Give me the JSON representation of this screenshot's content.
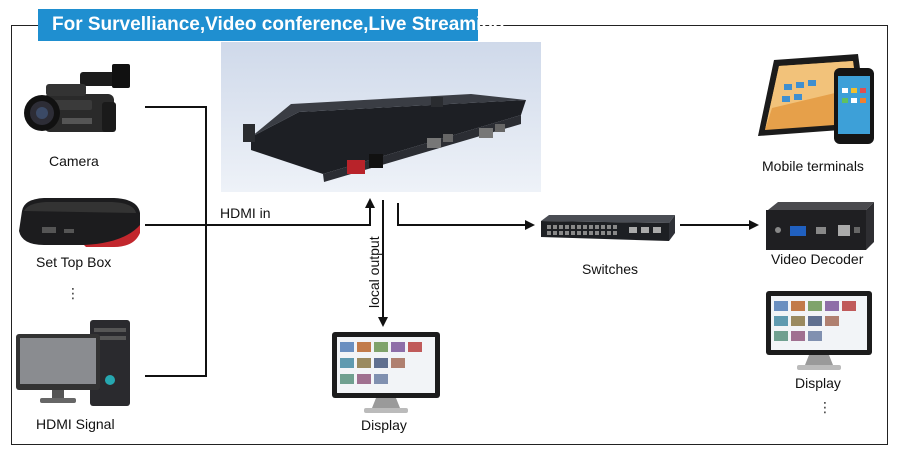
{
  "banner": {
    "title": "For Survelliance,Video conference,Live Streaming"
  },
  "sources": {
    "camera": "Camera",
    "set_top_box": "Set Top Box",
    "hdmi_signal": "HDMI Signal"
  },
  "links": {
    "hdmi_in": "HDMI in",
    "local_output": "local output"
  },
  "outputs": {
    "display_local": "Display",
    "switches": "Switches",
    "mobile_terminals": "Mobile terminals",
    "video_decoder": "Video Decoder",
    "display_remote": "Display"
  },
  "ellipsis": "⋮",
  "colors": {
    "banner": "#1f8fd0",
    "line": "#111111",
    "device_body": "#222428"
  }
}
